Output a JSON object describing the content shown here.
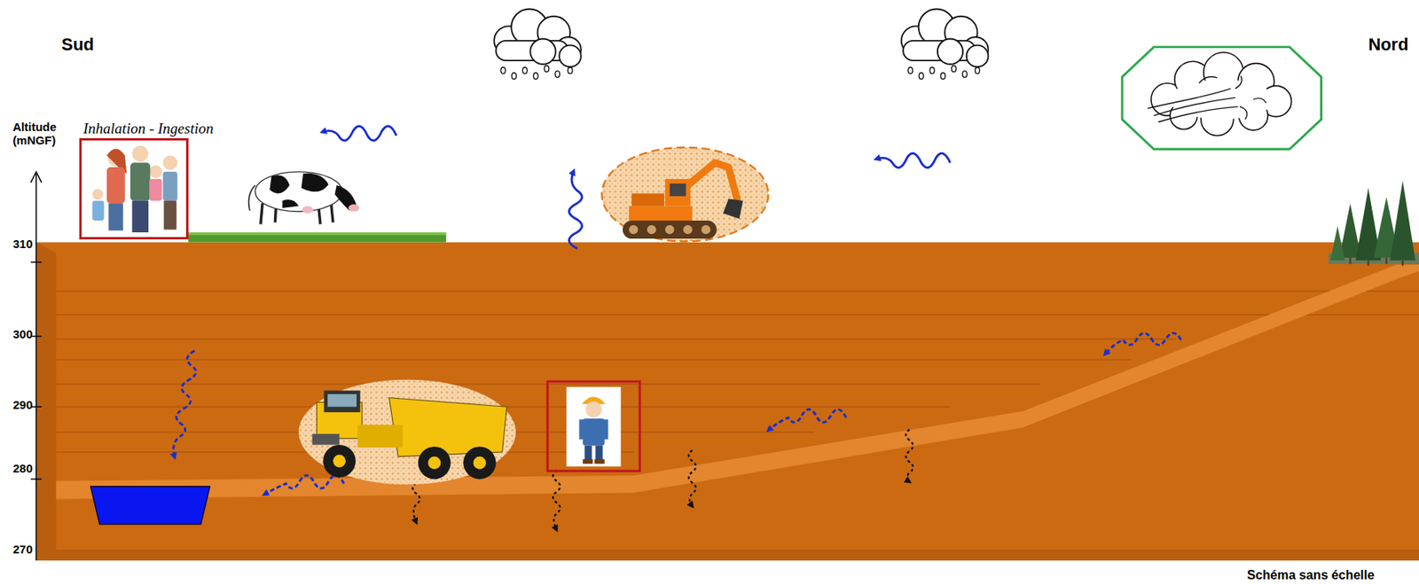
{
  "diagram": {
    "nodes": [
      {
        "text": [
          "Inhalation - Ingestion"
        ]
      }
    ],
    "labels": [
      "Sud",
      "Nord",
      "Altitude (mNGF)",
      "310",
      "300",
      "290",
      "280",
      "270",
      "Schéma sans échelle"
    ]
  }
}
